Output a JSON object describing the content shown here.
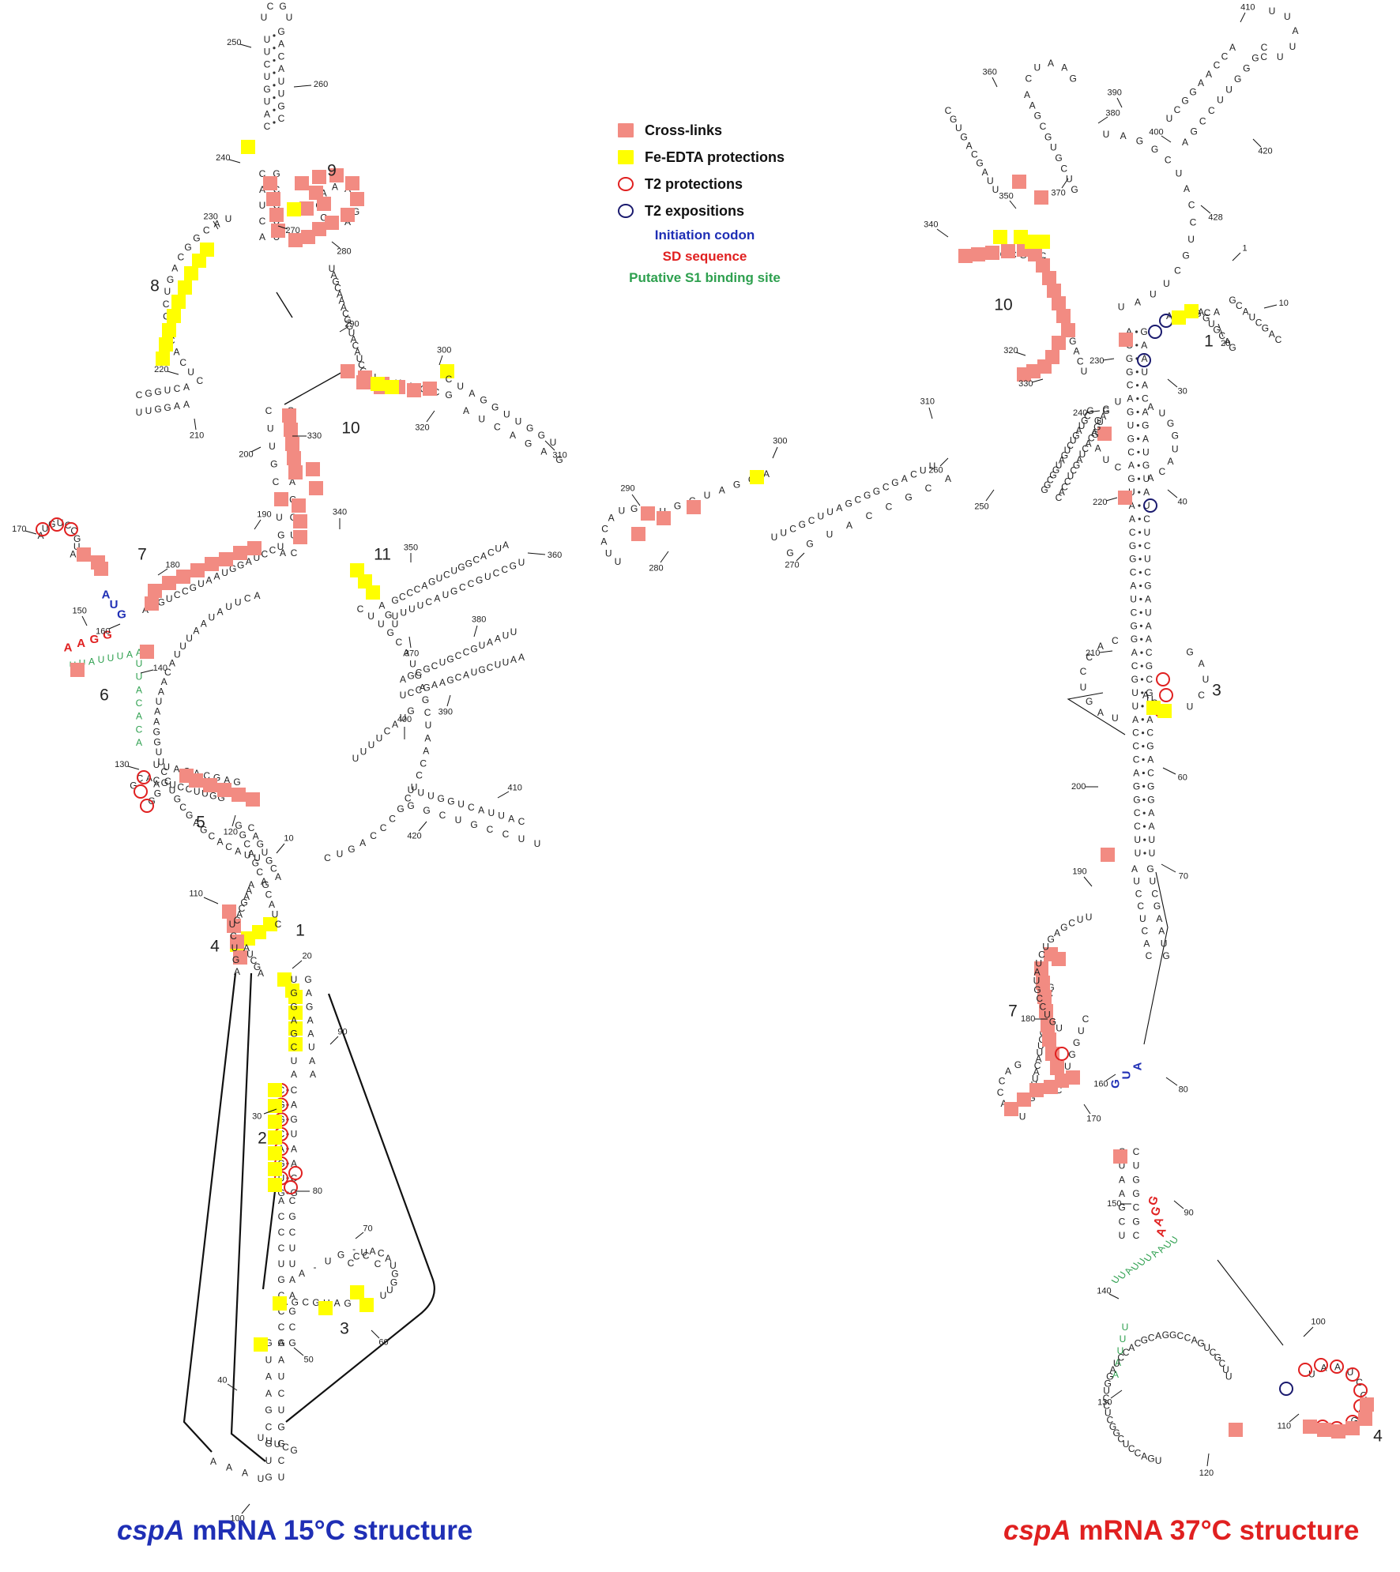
{
  "legend": {
    "crosslinks": "Cross-links",
    "fe_edta": "Fe-EDTA protections",
    "t2_protections": "T2 protections",
    "t2_expositions": "T2 expositions",
    "initiation_codon": "Initiation codon",
    "sd_sequence": "SD sequence",
    "s1_site": "Putative S1 binding site"
  },
  "colors": {
    "crosslink": "#f28b82",
    "fe_edta": "#ffff00",
    "t2_protection": "#e02020",
    "t2_exposition": "#1a1a6e",
    "initiation_codon": "#1f2fb5",
    "sd_sequence": "#e02020",
    "s1_site": "#2ea04f",
    "caption_15": "#1f2fb5",
    "caption_37": "#e02020"
  },
  "captions": {
    "left_italic": "cspA",
    "left_rest": " mRNA 15°C structure",
    "right_italic": "cspA",
    "right_rest": " mRNA 37°C structure"
  },
  "structure_15": {
    "domain_labels": [
      "1",
      "2",
      "3",
      "4",
      "5",
      "6",
      "7",
      "8",
      "9",
      "10",
      "11"
    ],
    "tick_labels": [
      "10",
      "20",
      "30",
      "40",
      "50",
      "60",
      "70",
      "80",
      "90",
      "100",
      "110",
      "120",
      "130",
      "140",
      "150",
      "160",
      "170",
      "180",
      "190",
      "200",
      "210",
      "220",
      "230",
      "240",
      "250",
      "260",
      "270",
      "280",
      "290",
      "300",
      "310",
      "320",
      "330",
      "340",
      "350",
      "360",
      "370",
      "380",
      "390",
      "400",
      "410",
      "420"
    ],
    "segments": [
      "CGGCAGUGCAGUAACGGC",
      "ACCCUGCCCGCUUAAGCG",
      "UGGAGCUAGAGAAUAAACG",
      "GUAAGCGUGAAUCUGGCU",
      "UUACACGAGCGUCCUUGGA",
      "AUAACAUUUAAUAUUCA",
      "AUGUCCGUAAUGGAUCCU",
      "CUCACUCCUGACGGCAU",
      "UAGCAAACGGUACAUCG",
      "CUUGCAUGAGCUAACCUC",
      "GCCCAGUCUGGCACUA",
      "UUUUCAUGCCGUCCGU",
      "AGCGCUGCCGUAAUU",
      "UCCGAAGCAUGCUUAA",
      "UUUGGUCAUUAC"
    ],
    "sd_sequence": "AAGG",
    "initiation_codon": "AUG",
    "s1_site": "UUAUUUAA"
  },
  "structure_37": {
    "domain_labels": [
      "1",
      "3",
      "4",
      "7",
      "10"
    ],
    "tick_labels": [
      "1",
      "10",
      "20",
      "30",
      "40",
      "60",
      "70",
      "80",
      "90",
      "100",
      "110",
      "120",
      "130",
      "140",
      "150",
      "160",
      "170",
      "180",
      "190",
      "200",
      "210",
      "220",
      "230",
      "240",
      "250",
      "260",
      "270",
      "280",
      "290",
      "300",
      "310",
      "320",
      "330",
      "340",
      "350",
      "360",
      "370",
      "380",
      "390",
      "400",
      "410",
      "420",
      "428"
    ],
    "segments": [
      "ACGGCAGUGCAGUAACG",
      "GCAUCGGACGUUACCCAG",
      "GCCUUUCAUGCUGCACGU",
      "CGUUCGCAUACGAGGAUC",
      "GAAUACAGAUGUAUCUCUC",
      "GAUAACGCGAACGACG",
      "GAAUUCCGCCCUUUGG",
      "AUCCUCACGUCGAAUGCC",
      "GCACGUGCCUUACAUUGG",
      "UGUCCGUAUCUGAGCUU",
      "CUAAGCUCUGGCGCACC",
      "UGACCUCGGCUCCUGGAUC",
      "CACGCAGGCCAGUCGCUU",
      "GAUGACACUAGCUCCAC",
      "GCGUAGUCUGAUGGCGG",
      "UUCAGCGGCGAUUCGCUU",
      "ACGCCAUGG",
      "GUAGAUUGGACUCAGCU"
    ],
    "sd_sequence": "AAGG",
    "initiation_codon": "AUG",
    "s1_site": "UUAUUUAAUU"
  }
}
